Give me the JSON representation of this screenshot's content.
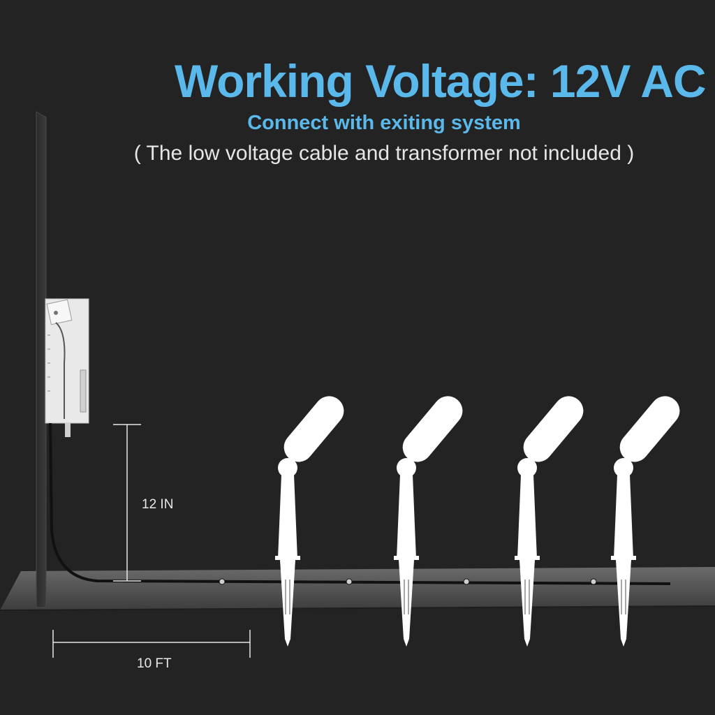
{
  "header": {
    "title": "Working Voltage: 12V AC",
    "subtitle": "Connect with  exiting system",
    "note": "( The low voltage cable and transformer not included )"
  },
  "dimensions": {
    "height_label": "12 IN",
    "distance_label": "10 FT"
  },
  "lights": {
    "count": 4
  },
  "colors": {
    "accent": "#5ab9ea",
    "background": "#232323",
    "fixture": "#ffffff"
  }
}
